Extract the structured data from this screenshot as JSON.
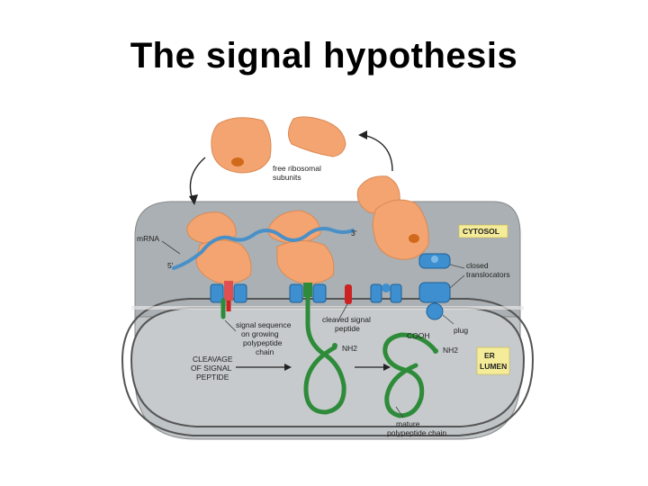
{
  "title": "The signal hypothesis",
  "labels": {
    "free_ribosomal_1": "free ribosomal",
    "free_ribosomal_2": "subunits",
    "mrna": "mRNA",
    "five_prime": "5'",
    "three_prime": "3'",
    "cytosol": "CYTOSOL",
    "closed_1": "closed",
    "closed_2": "translocators",
    "signal_seq_1": "signal sequence",
    "signal_seq_2": "on growing",
    "signal_seq_3": "polypeptide",
    "signal_seq_4": "chain",
    "cleaved_1": "cleaved signal",
    "cleaved_2": "peptide",
    "cooh": "COOH",
    "plug": "plug",
    "nh2_a": "NH2",
    "nh2_b": "NH2",
    "cleavage_1": "CLEAVAGE",
    "cleavage_2": "OF SIGNAL",
    "cleavage_3": "PEPTIDE",
    "er_1": "ER",
    "er_2": "LUMEN",
    "mature_1": "mature",
    "mature_2": "polypeptide chain"
  },
  "colors": {
    "ribosome": "#f4a470",
    "ribosome_edge": "#d98a55",
    "cytosol_gray": "#aab0b3",
    "lumen_gray": "#c6cacc",
    "mrna": "#4a90c8",
    "translocator": "#3e8fd0",
    "polypeptide": "#2e8b3a",
    "signal": "#cc2222",
    "label_box": "#f5ec9a"
  }
}
